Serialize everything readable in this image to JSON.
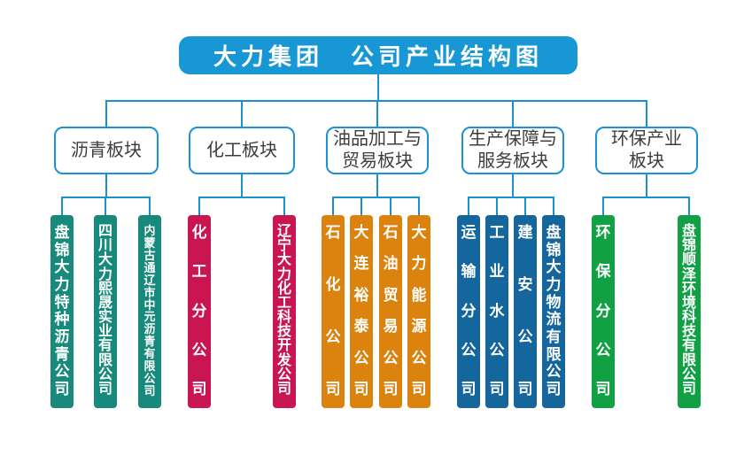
{
  "title": "大力集团　公司产业结构图",
  "colors": {
    "banner_bg": "#1798d5",
    "banner_text": "#ffffff",
    "connector_line": "#1b8fd2",
    "box_border": "#1b91d8",
    "box_text": "#3d3d3d",
    "bar_text": "#ffffff"
  },
  "groups": [
    {
      "id": "asphalt",
      "label": "沥青板块",
      "label_lines": [
        "沥青板块"
      ],
      "bar_color": "#178a7b",
      "companies": [
        "盘锦大力特种沥青公司",
        "四川大力熙晟实业有限公司",
        "内蒙古通辽市中元沥青有限公司"
      ]
    },
    {
      "id": "chemical",
      "label": "化工板块",
      "label_lines": [
        "化工板块"
      ],
      "bar_color": "#c91650",
      "companies": [
        "化工分公司",
        "辽宁大力化工科技开发公司"
      ]
    },
    {
      "id": "oil-processing-trade",
      "label": "油品加工与贸易板块",
      "label_lines": [
        "油品加工与",
        "贸易板块"
      ],
      "bar_color": "#dc830f",
      "companies": [
        "石化公司",
        "大连裕泰公司",
        "石油贸易公司",
        "大力能源公司"
      ]
    },
    {
      "id": "production-support-service",
      "label": "生产保障与服务板块",
      "label_lines": [
        "生产保障与",
        "服务板块"
      ],
      "bar_color": "#16669e",
      "companies": [
        "运输分公司",
        "工业水公司",
        "建安公司",
        "盘锦大力物流有限公司"
      ]
    },
    {
      "id": "environmental-protection",
      "label": "环保产业板块",
      "label_lines": [
        "环保产业",
        "板块"
      ],
      "bar_color": "#12a044",
      "companies": [
        "环保分公司",
        "盘锦顺泽环境科技有限公司"
      ]
    }
  ]
}
